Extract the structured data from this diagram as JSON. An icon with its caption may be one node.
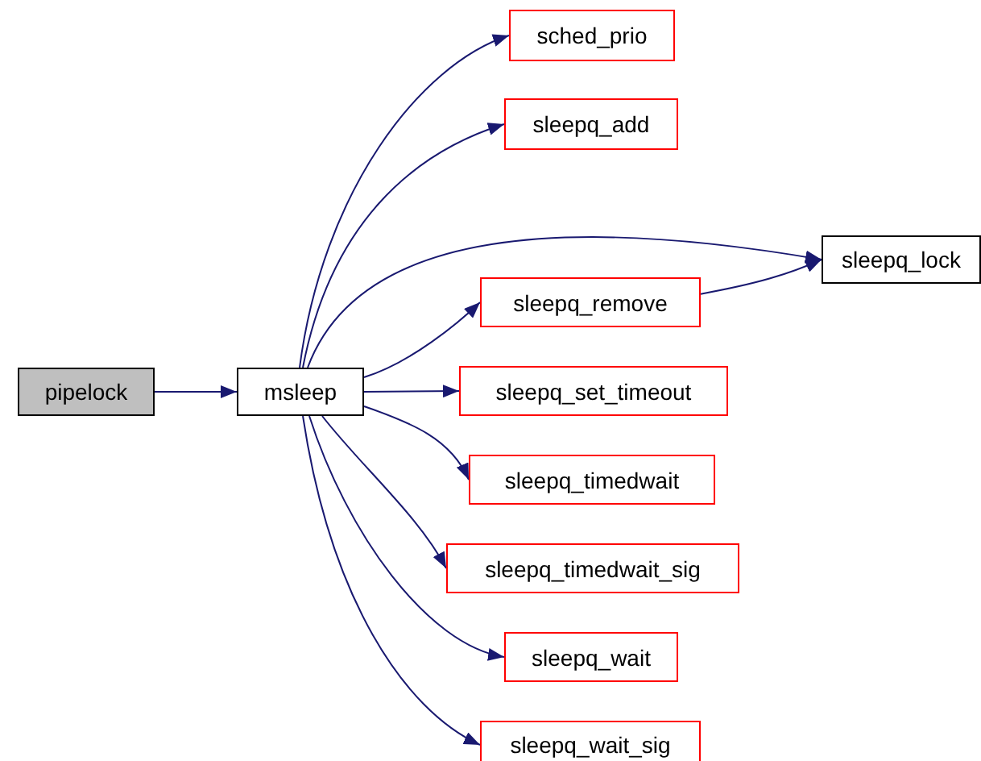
{
  "diagram": {
    "nodes": [
      {
        "text": [
          "pipelock"
        ]
      },
      {
        "text": [
          "msleep"
        ]
      },
      {
        "text": [
          "sched_prio"
        ]
      },
      {
        "text": [
          "sleepq_add"
        ]
      },
      {
        "text": [
          "sleepq_lock"
        ]
      },
      {
        "text": [
          "sleepq_remove"
        ]
      },
      {
        "text": [
          "sleepq_set_timeout"
        ]
      },
      {
        "text": [
          "sleepq_timedwait"
        ]
      },
      {
        "text": [
          "sleepq_timedwait_sig"
        ]
      },
      {
        "text": [
          "sleepq_wait"
        ]
      },
      {
        "text": [
          "sleepq_wait_sig"
        ]
      }
    ],
    "edges": [
      {
        "from": 0,
        "to": 1,
        "arrow": "to"
      },
      {
        "from": 1,
        "to": 2,
        "arrow": "to"
      },
      {
        "from": 1,
        "to": 3,
        "arrow": "to"
      },
      {
        "from": 1,
        "to": 4,
        "arrow": "to"
      },
      {
        "from": 1,
        "to": 5,
        "arrow": "to"
      },
      {
        "from": 1,
        "to": 6,
        "arrow": "to"
      },
      {
        "from": 1,
        "to": 7,
        "arrow": "to"
      },
      {
        "from": 1,
        "to": 8,
        "arrow": "to"
      },
      {
        "from": 1,
        "to": 9,
        "arrow": "to"
      },
      {
        "from": 1,
        "to": 10,
        "arrow": "to"
      },
      {
        "from": 5,
        "to": 4,
        "arrow": "to"
      }
    ]
  }
}
